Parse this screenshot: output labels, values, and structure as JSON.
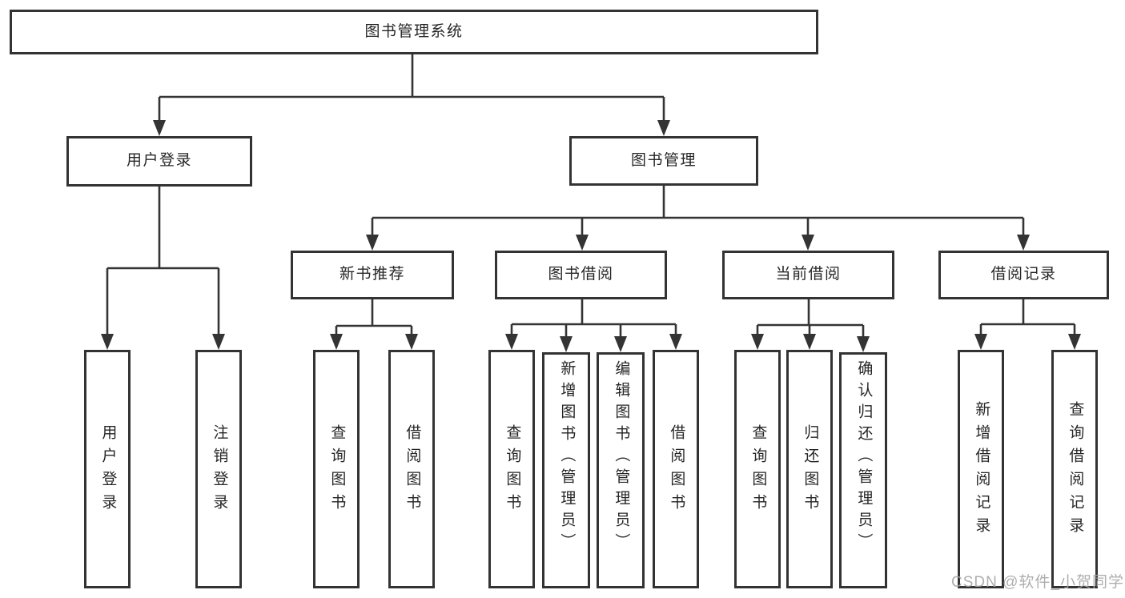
{
  "tree": {
    "label": "图书管理系统",
    "children": [
      {
        "label": "用户登录",
        "children": [
          {
            "label": "用户登录"
          },
          {
            "label": "注销登录"
          }
        ]
      },
      {
        "label": "图书管理",
        "children": [
          {
            "label": "新书推荐",
            "children": [
              {
                "label": "查询图书"
              },
              {
                "label": "借阅图书"
              }
            ]
          },
          {
            "label": "图书借阅",
            "children": [
              {
                "label": "查询图书"
              },
              {
                "label": "新增图书（管理员）"
              },
              {
                "label": "编辑图书（管理员）"
              },
              {
                "label": "借阅图书"
              }
            ]
          },
          {
            "label": "当前借阅",
            "children": [
              {
                "label": "查询图书"
              },
              {
                "label": "归还图书"
              },
              {
                "label": "确认归还（管理员）"
              }
            ]
          },
          {
            "label": "借阅记录",
            "children": [
              {
                "label": "新增借阅记录"
              },
              {
                "label": "查询借阅记录"
              }
            ]
          }
        ]
      }
    ]
  },
  "watermark": "CSDN @软件_小贺同学",
  "colors": {
    "line": "#343434",
    "border": "#333333",
    "text": "#262626",
    "watermark": "#a6a6a6",
    "background": "#ffffff"
  }
}
